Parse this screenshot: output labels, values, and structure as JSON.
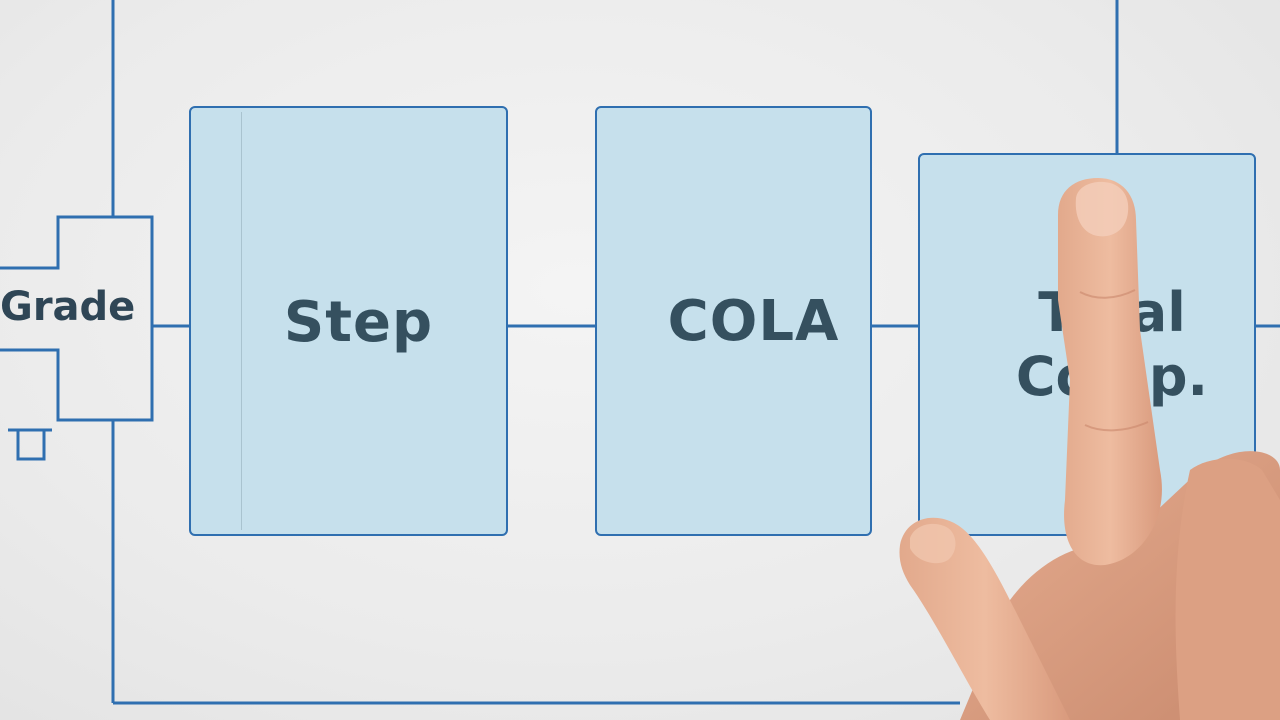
{
  "blocks": {
    "grade": {
      "label": "Grade"
    },
    "step": {
      "label": "Step"
    },
    "cola": {
      "label": "COLA"
    },
    "total": {
      "line1": "Total",
      "line2": "Comp."
    }
  },
  "colors": {
    "wire": "#2f6fb0",
    "box_fill": "#c6e0ec",
    "text": "#35505f",
    "background": "#ececec"
  }
}
